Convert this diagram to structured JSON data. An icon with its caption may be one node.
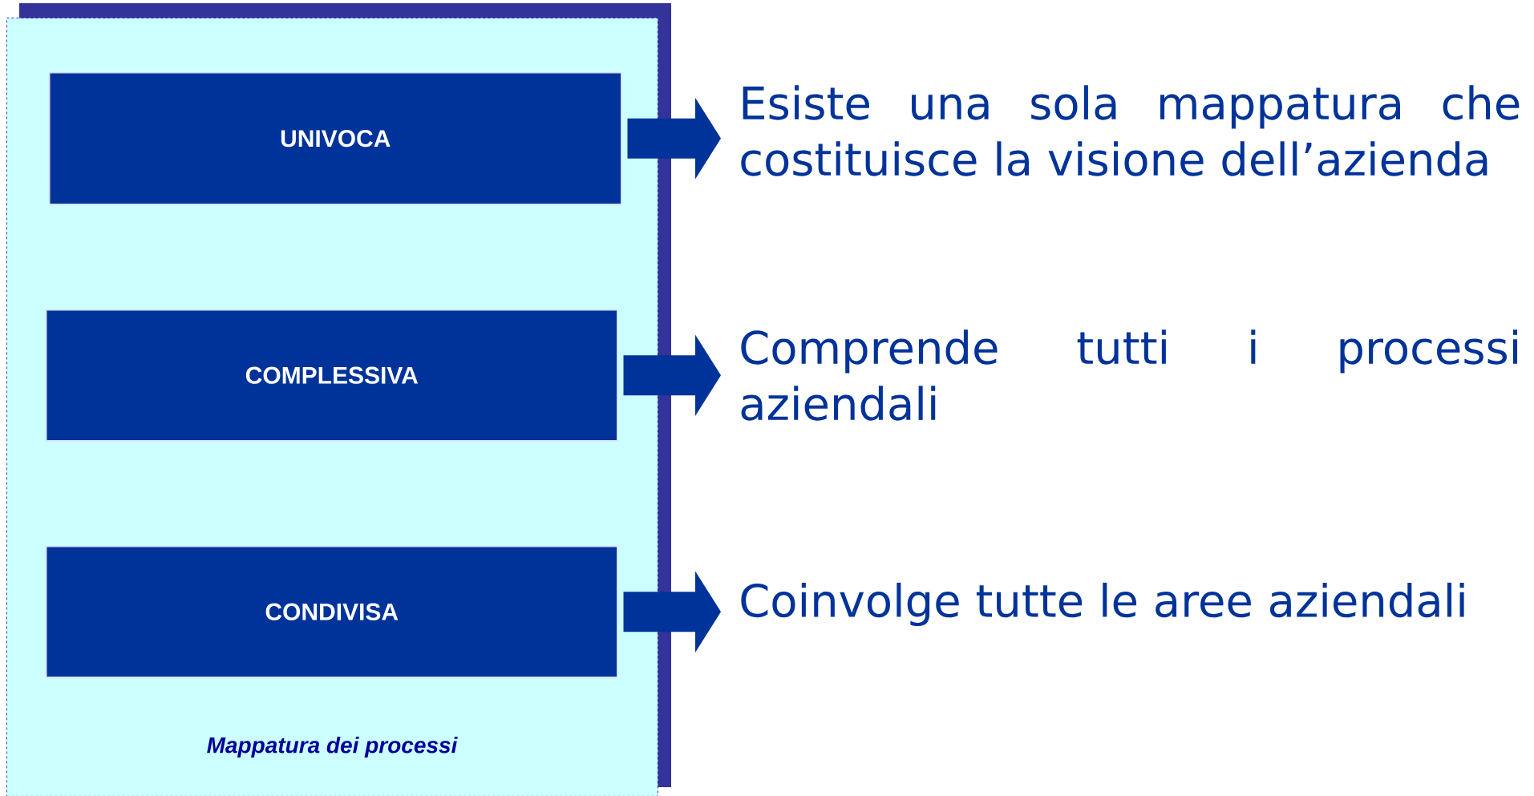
{
  "diagram": {
    "nodes": [
      {
        "text": [
          "Mappatura dei processi"
        ]
      },
      {
        "text": [
          "UNIVOCA"
        ],
        "in": 0
      },
      {
        "text": [
          "COMPLESSIVA"
        ],
        "in": 0
      },
      {
        "text": [
          "CONDIVISA"
        ],
        "in": 0
      },
      {
        "text": [
          "Esiste una sola mappatura che costituisce la visione dell’azienda"
        ]
      },
      {
        "text": [
          "Comprende tutti i processi aziendali"
        ]
      },
      {
        "text": [
          "Coinvolge tutte le aree aziendali"
        ]
      }
    ],
    "edges": [
      {
        "from": 1,
        "to": 4,
        "arrow": "to"
      },
      {
        "from": 2,
        "to": 5,
        "arrow": "to"
      },
      {
        "from": 3,
        "to": 6,
        "arrow": "to"
      }
    ]
  }
}
